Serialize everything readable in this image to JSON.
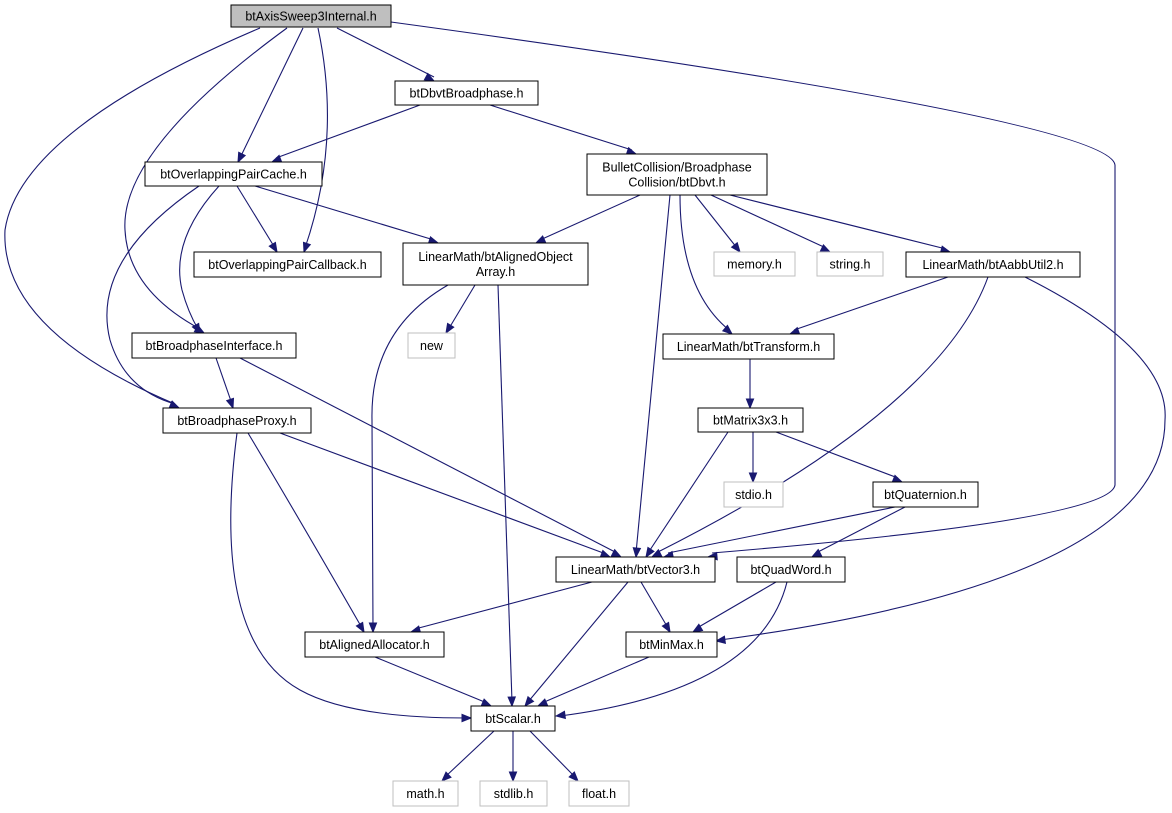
{
  "colors": {
    "edge": "#191970",
    "node_border": "#000000",
    "external_border": "#bfbfbf",
    "root_fill": "#bfbfbf",
    "background": "#ffffff"
  },
  "nodes": [
    {
      "id": "n_axis",
      "label": [
        "btAxisSweep3Internal.h"
      ],
      "kind": "root"
    },
    {
      "id": "n_dbvtbp",
      "label": [
        "btDbvtBroadphase.h"
      ],
      "kind": "normal"
    },
    {
      "id": "n_opc",
      "label": [
        "btOverlappingPairCache.h"
      ],
      "kind": "normal"
    },
    {
      "id": "n_dbvt",
      "label": [
        "BulletCollision/Broadphase",
        "Collision/btDbvt.h"
      ],
      "kind": "normal"
    },
    {
      "id": "n_opcb",
      "label": [
        "btOverlappingPairCallback.h"
      ],
      "kind": "normal"
    },
    {
      "id": "n_aoa",
      "label": [
        "LinearMath/btAlignedObject",
        "Array.h"
      ],
      "kind": "normal"
    },
    {
      "id": "n_memory",
      "label": [
        "memory.h"
      ],
      "kind": "external"
    },
    {
      "id": "n_string",
      "label": [
        "string.h"
      ],
      "kind": "external"
    },
    {
      "id": "n_aabb",
      "label": [
        "LinearMath/btAabbUtil2.h"
      ],
      "kind": "normal"
    },
    {
      "id": "n_new",
      "label": [
        "new"
      ],
      "kind": "external"
    },
    {
      "id": "n_bpi",
      "label": [
        "btBroadphaseInterface.h"
      ],
      "kind": "normal"
    },
    {
      "id": "n_transform",
      "label": [
        "LinearMath/btTransform.h"
      ],
      "kind": "normal"
    },
    {
      "id": "n_bpp",
      "label": [
        "btBroadphaseProxy.h"
      ],
      "kind": "normal"
    },
    {
      "id": "n_matrix",
      "label": [
        "btMatrix3x3.h"
      ],
      "kind": "normal"
    },
    {
      "id": "n_stdio",
      "label": [
        "stdio.h"
      ],
      "kind": "external"
    },
    {
      "id": "n_quat",
      "label": [
        "btQuaternion.h"
      ],
      "kind": "normal"
    },
    {
      "id": "n_vec3",
      "label": [
        "LinearMath/btVector3.h"
      ],
      "kind": "normal"
    },
    {
      "id": "n_quadword",
      "label": [
        "btQuadWord.h"
      ],
      "kind": "normal"
    },
    {
      "id": "n_alloc",
      "label": [
        "btAlignedAllocator.h"
      ],
      "kind": "normal"
    },
    {
      "id": "n_minmax",
      "label": [
        "btMinMax.h"
      ],
      "kind": "normal"
    },
    {
      "id": "n_scalar",
      "label": [
        "btScalar.h"
      ],
      "kind": "normal"
    },
    {
      "id": "n_math",
      "label": [
        "math.h"
      ],
      "kind": "external"
    },
    {
      "id": "n_stdlib",
      "label": [
        "stdlib.h"
      ],
      "kind": "external"
    },
    {
      "id": "n_float",
      "label": [
        "float.h"
      ],
      "kind": "external"
    }
  ],
  "edges": [
    {
      "from": "n_axis",
      "to": "n_dbvtbp"
    },
    {
      "from": "n_axis",
      "to": "n_opc"
    },
    {
      "from": "n_axis",
      "to": "n_opcb"
    },
    {
      "from": "n_axis",
      "to": "n_bpi"
    },
    {
      "from": "n_axis",
      "to": "n_bpp"
    },
    {
      "from": "n_axis",
      "to": "n_vec3"
    },
    {
      "from": "n_dbvtbp",
      "to": "n_opc"
    },
    {
      "from": "n_dbvtbp",
      "to": "n_dbvt"
    },
    {
      "from": "n_opc",
      "to": "n_opcb"
    },
    {
      "from": "n_opc",
      "to": "n_aoa"
    },
    {
      "from": "n_opc",
      "to": "n_bpi"
    },
    {
      "from": "n_opc",
      "to": "n_bpp"
    },
    {
      "from": "n_dbvt",
      "to": "n_aoa"
    },
    {
      "from": "n_dbvt",
      "to": "n_memory"
    },
    {
      "from": "n_dbvt",
      "to": "n_string"
    },
    {
      "from": "n_dbvt",
      "to": "n_aabb"
    },
    {
      "from": "n_dbvt",
      "to": "n_transform"
    },
    {
      "from": "n_dbvt",
      "to": "n_vec3"
    },
    {
      "from": "n_aoa",
      "to": "n_new"
    },
    {
      "from": "n_aoa",
      "to": "n_alloc"
    },
    {
      "from": "n_aoa",
      "to": "n_scalar"
    },
    {
      "from": "n_aabb",
      "to": "n_transform"
    },
    {
      "from": "n_aabb",
      "to": "n_vec3"
    },
    {
      "from": "n_aabb",
      "to": "n_minmax"
    },
    {
      "from": "n_bpi",
      "to": "n_bpp"
    },
    {
      "from": "n_bpi",
      "to": "n_vec3"
    },
    {
      "from": "n_transform",
      "to": "n_matrix"
    },
    {
      "from": "n_bpp",
      "to": "n_vec3"
    },
    {
      "from": "n_bpp",
      "to": "n_alloc"
    },
    {
      "from": "n_bpp",
      "to": "n_scalar"
    },
    {
      "from": "n_matrix",
      "to": "n_stdio"
    },
    {
      "from": "n_matrix",
      "to": "n_quat"
    },
    {
      "from": "n_matrix",
      "to": "n_vec3"
    },
    {
      "from": "n_quat",
      "to": "n_vec3"
    },
    {
      "from": "n_quat",
      "to": "n_quadword"
    },
    {
      "from": "n_vec3",
      "to": "n_alloc"
    },
    {
      "from": "n_vec3",
      "to": "n_minmax"
    },
    {
      "from": "n_vec3",
      "to": "n_scalar"
    },
    {
      "from": "n_quadword",
      "to": "n_minmax"
    },
    {
      "from": "n_quadword",
      "to": "n_scalar"
    },
    {
      "from": "n_alloc",
      "to": "n_scalar"
    },
    {
      "from": "n_minmax",
      "to": "n_scalar"
    },
    {
      "from": "n_scalar",
      "to": "n_math"
    },
    {
      "from": "n_scalar",
      "to": "n_stdlib"
    },
    {
      "from": "n_scalar",
      "to": "n_float"
    }
  ]
}
